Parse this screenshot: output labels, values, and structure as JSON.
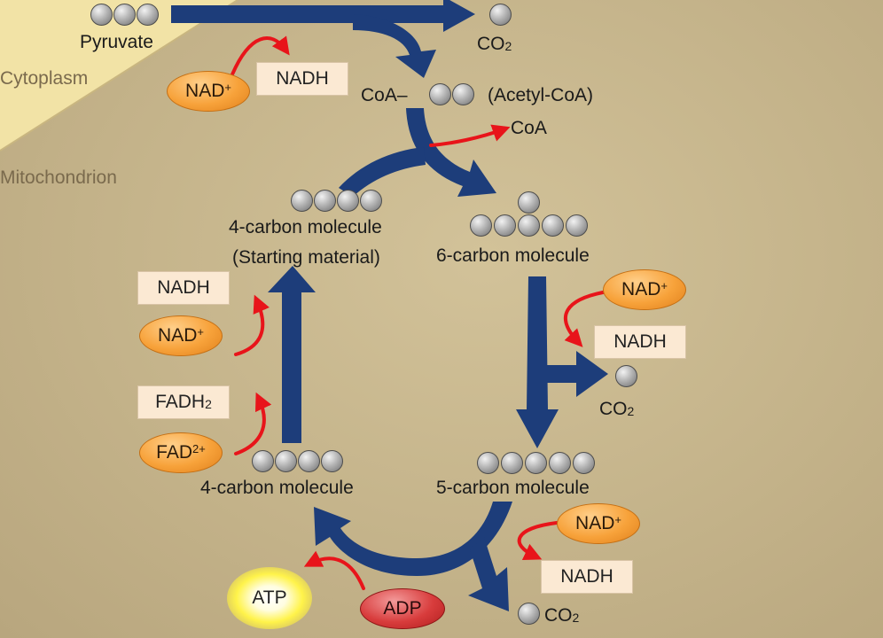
{
  "regions": {
    "cytoplasm": "Cytoplasm",
    "mitochondrion": "Mitochondrion"
  },
  "molecules": {
    "pyruvate": "Pyruvate",
    "co2_main": "CO",
    "co2_sub": "2",
    "coa_prefix": "CoA–",
    "acetyl_coa": "(Acetyl-CoA)",
    "coa_released": "CoA",
    "four_carbon_start": "4-carbon molecule",
    "starting_material": "(Starting material)",
    "six_carbon": "6-carbon molecule",
    "five_carbon": "5-carbon molecule",
    "four_carbon_bottom": "4-carbon molecule"
  },
  "cofactors": {
    "nad": "NAD",
    "nad_sup": "+",
    "nadh": "NADH",
    "fad": "FAD",
    "fad_sup": "2+",
    "fadh": "FADH",
    "fadh_sub": "2",
    "atp": "ATP",
    "adp": "ADP"
  },
  "colors": {
    "pathway_arrow": "#1d3d7a",
    "side_arrow": "#e8141a",
    "cytoplasm_region": "#f2e3a6",
    "nad_oval": "#f7a23a",
    "adp_oval": "#d83c3c",
    "atp_glow": "#fff34a",
    "carbon_ball": "#9a9a9a"
  }
}
